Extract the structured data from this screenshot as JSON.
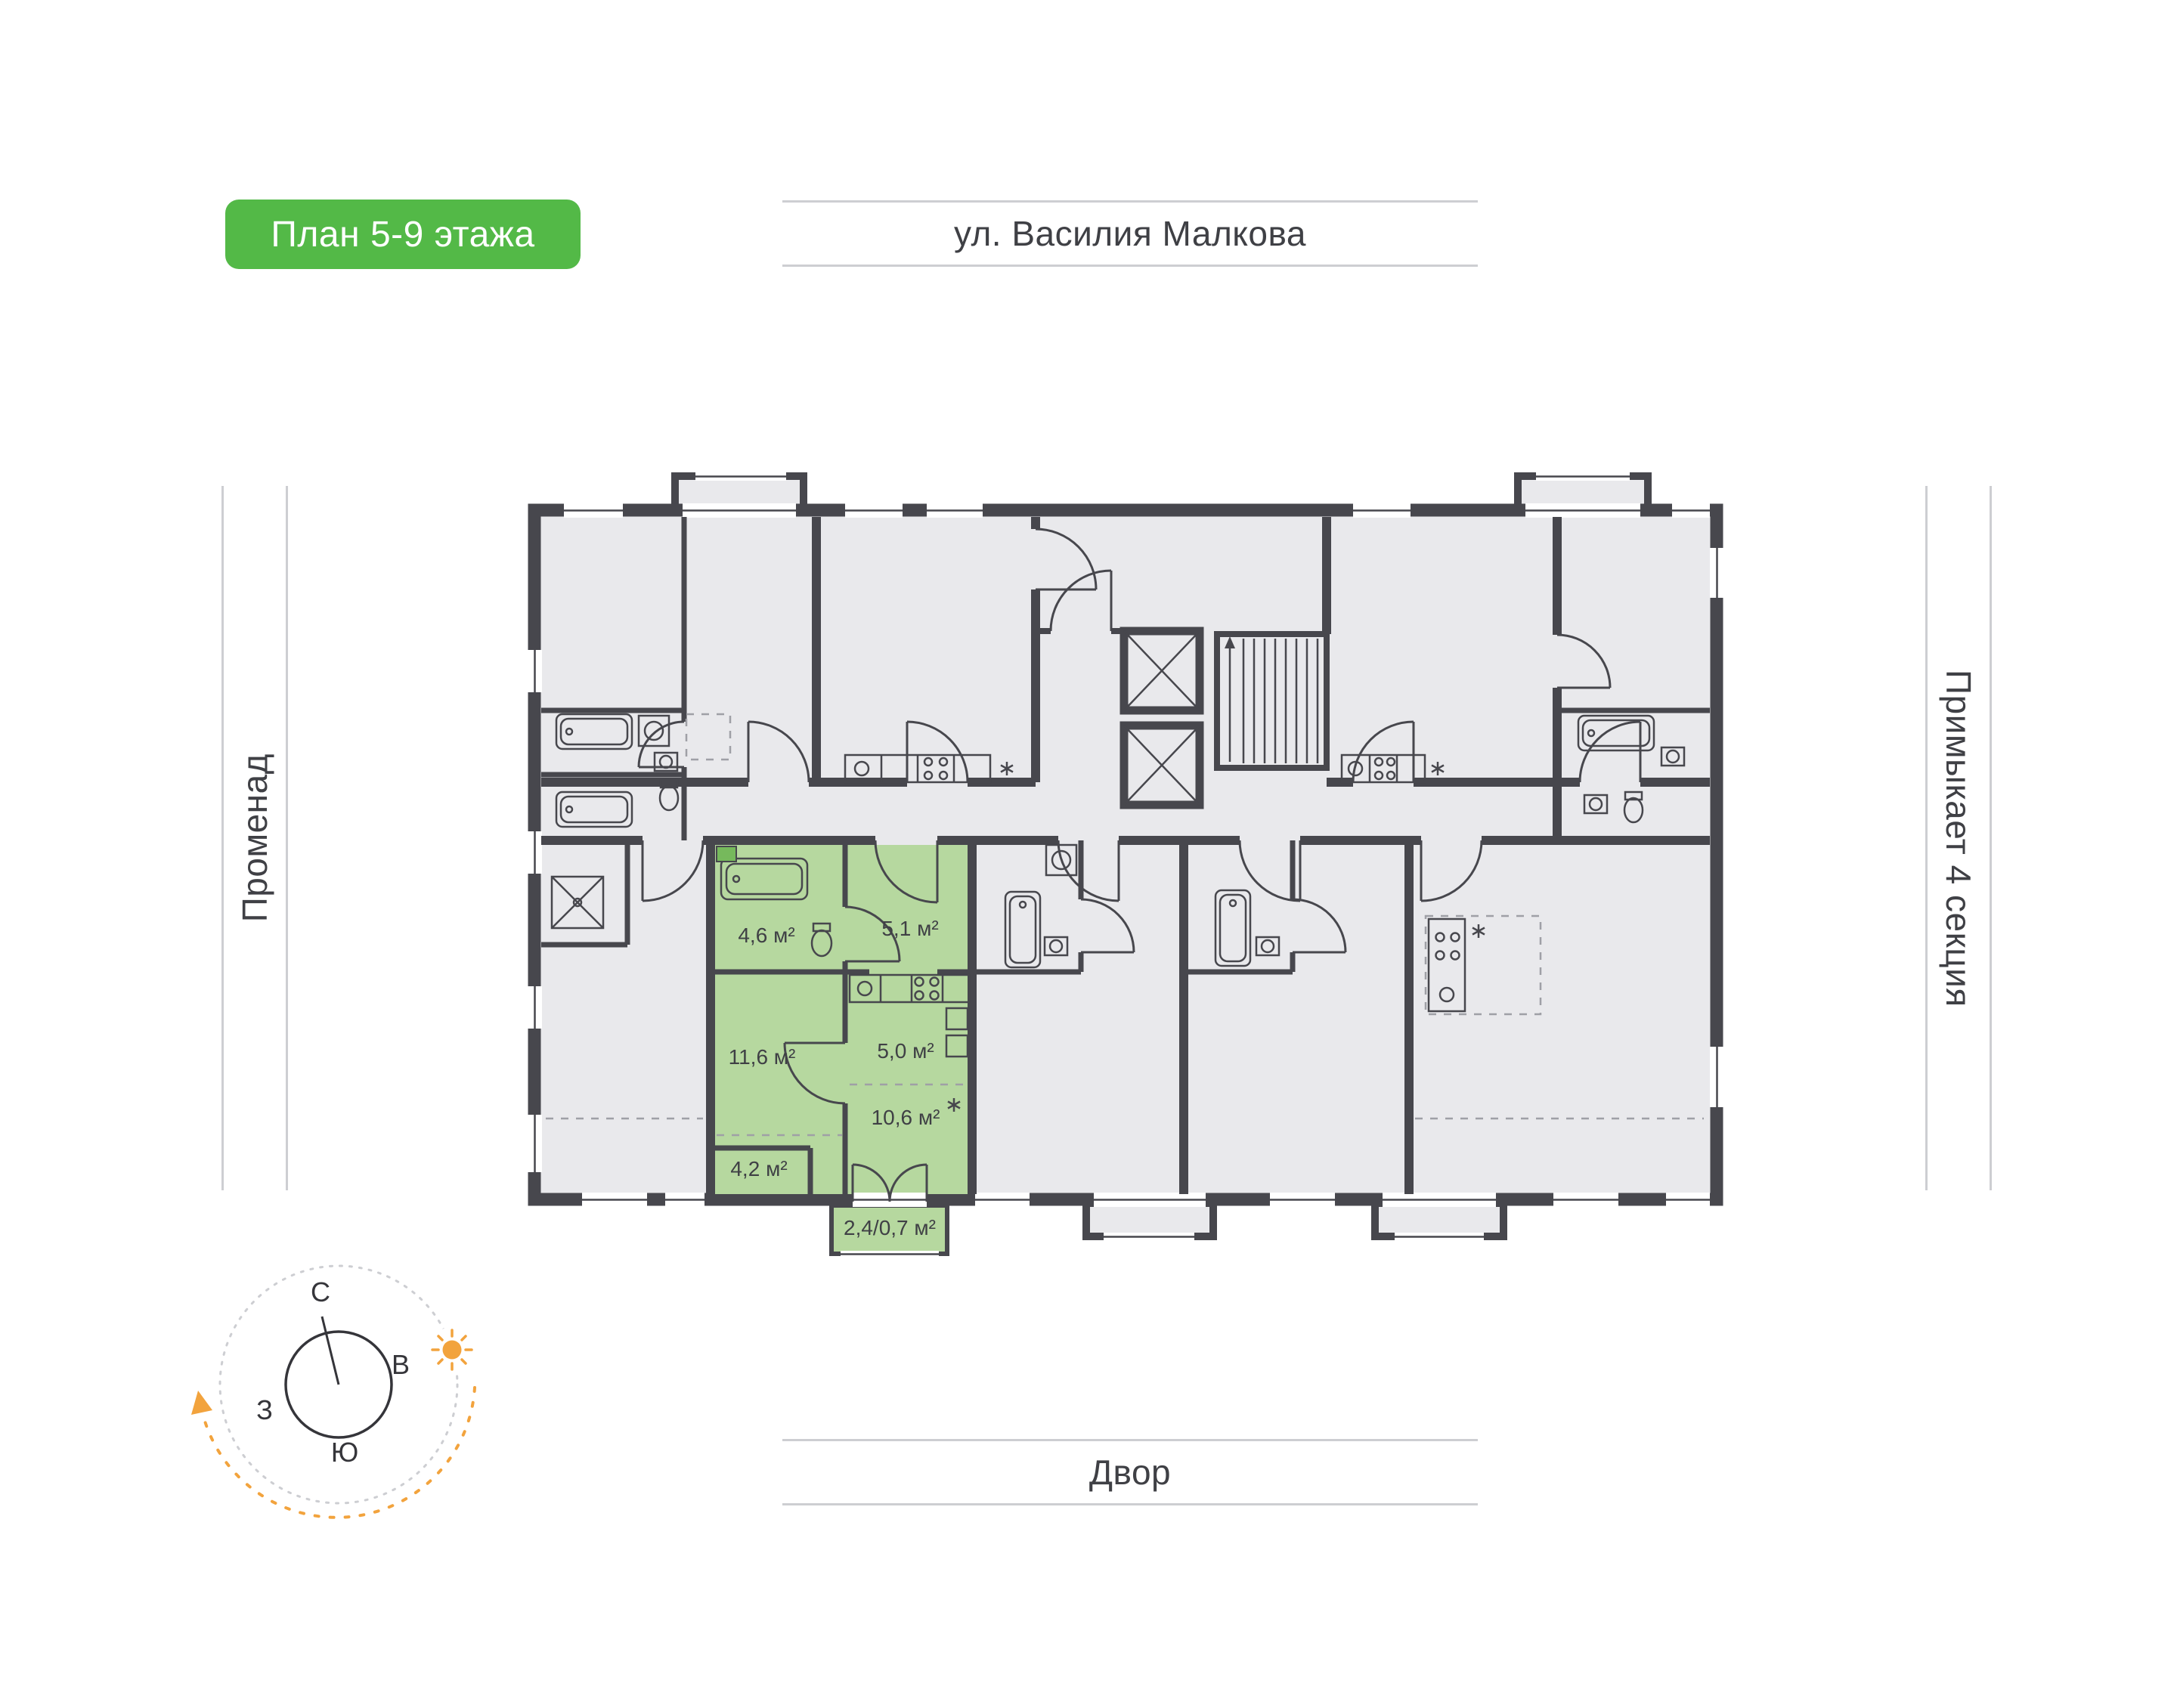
{
  "page": {
    "background": "#ffffff"
  },
  "badge": {
    "label": "План 5-9 этажа",
    "background": "#53b947",
    "text_color": "#ffffff"
  },
  "surroundings": {
    "top": "ул. Василия Малкова",
    "bottom": "Двор",
    "left": "Променад",
    "right": "Примыкает 4 секция"
  },
  "compass": {
    "north": "С",
    "south": "Ю",
    "east": "В",
    "west": "З",
    "accent_color": "#f2a33d"
  },
  "plan": {
    "wall_color": "#47474d",
    "room_fill": "#e9e9ec",
    "highlight_fill": "#b6d89f",
    "highlighted_apartment": {
      "rooms": [
        {
          "name": "bathroom",
          "area": "4,6 м²"
        },
        {
          "name": "hallway",
          "area": "5,1 м²"
        },
        {
          "name": "living-room",
          "area": "11,6 м²"
        },
        {
          "name": "kitchen",
          "area": "5,0 м²"
        },
        {
          "name": "bedroom",
          "area": "10,6 м²"
        },
        {
          "name": "corridor",
          "area": "4,2 м²"
        },
        {
          "name": "balcony",
          "area": "2,4/0,7 м²"
        }
      ]
    }
  }
}
